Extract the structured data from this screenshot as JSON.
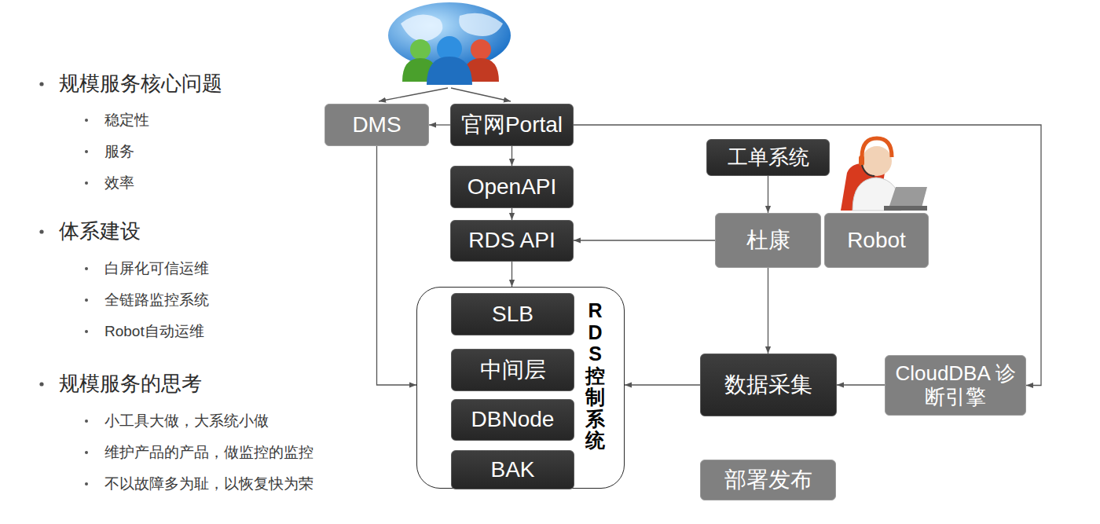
{
  "diagram": {
    "nodes": [
      {
        "text": [
          "DMS"
        ]
      },
      {
        "text": [
          "官网Portal"
        ]
      },
      {
        "text": [
          "工单系统"
        ]
      },
      {
        "text": [
          "OpenAPI"
        ]
      },
      {
        "text": [
          "RDS API"
        ]
      },
      {
        "text": [
          "杜康"
        ]
      },
      {
        "text": [
          "Robot"
        ]
      },
      {
        "text": [
          "RDS 控制系统"
        ]
      },
      {
        "text": [
          "SLB"
        ],
        "in": 7
      },
      {
        "text": [
          "中间层"
        ],
        "in": 7
      },
      {
        "text": [
          "DBNode"
        ],
        "in": 7
      },
      {
        "text": [
          "BAK"
        ],
        "in": 7
      },
      {
        "text": [
          "数据采集"
        ]
      },
      {
        "text": [
          "CloudDBA 诊断引擎"
        ]
      },
      {
        "text": [
          "部署发布"
        ]
      }
    ],
    "edges": [
      {
        "from": 1,
        "to": 0,
        "arrow": "to"
      },
      {
        "from": 1,
        "to": 3,
        "arrow": "to"
      },
      {
        "from": 3,
        "to": 4,
        "arrow": "to"
      },
      {
        "from": 4,
        "to": 7,
        "arrow": "to"
      },
      {
        "from": 2,
        "to": 5,
        "arrow": "to"
      },
      {
        "from": 5,
        "to": 4,
        "arrow": "to"
      },
      {
        "from": 5,
        "to": 12,
        "arrow": "to"
      },
      {
        "from": 12,
        "to": 7,
        "arrow": "to"
      },
      {
        "from": 13,
        "to": 12,
        "arrow": "to"
      },
      {
        "from": 1,
        "to": 13,
        "arrow": "to"
      },
      {
        "from": 0,
        "to": 7,
        "arrow": "to"
      }
    ],
    "labels": [
      "规模服务核心问题",
      "稳定性",
      "服务",
      "效率",
      "体系建设",
      "白屏化可信运维",
      "全链路监控系统",
      "Robot自动运维",
      "规模服务的思考",
      "小工具大做，大系统小做",
      "维护产品的产品，做监控的监控",
      "不以故障多为耻，以恢复快为荣"
    ]
  }
}
